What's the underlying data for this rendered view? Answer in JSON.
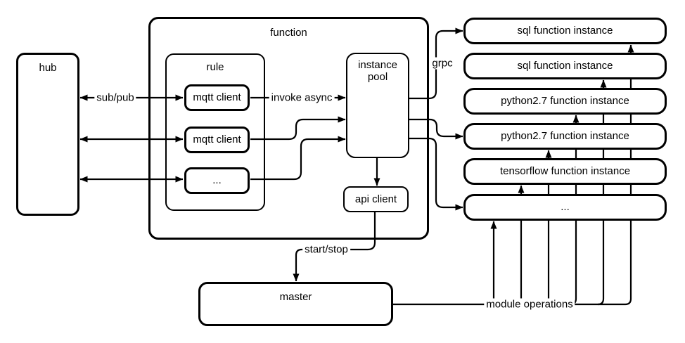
{
  "diagram": {
    "title_hint": "edge function runtime architecture",
    "colors": {
      "stroke": "#000000",
      "background": "#ffffff",
      "text": "#000000"
    },
    "nodes": {
      "hub": "hub",
      "function_container": "function",
      "rule_container": "rule",
      "mqtt_client_1": "mqtt client",
      "mqtt_client_2": "mqtt client",
      "rule_more": "...",
      "instance_pool": "instance pool",
      "api_client": "api client",
      "master": "master",
      "instances": [
        "sql function instance",
        "sql function instance",
        "python2.7 function instance",
        "python2.7 function instance",
        "tensorflow function instance",
        "..."
      ]
    },
    "edge_labels": {
      "sub_pub": "sub/pub",
      "invoke_async": "invoke async",
      "grpc": "grpc",
      "start_stop": "start/stop",
      "module_operations": "module operations"
    }
  }
}
